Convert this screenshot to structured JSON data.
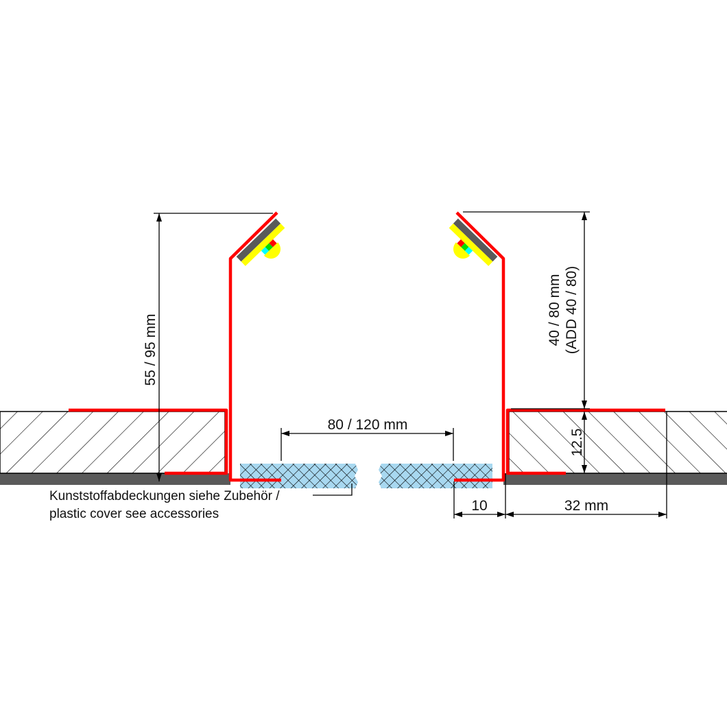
{
  "dimensions": {
    "height_left": "55 / 95 mm",
    "height_right_line1": "40 / 80 mm",
    "height_right_line2": "(ADD 40 / 80)",
    "board_thickness": "12.5",
    "opening_width": "80 / 120 mm",
    "offset": "10",
    "flange_width": "32 mm"
  },
  "note": {
    "line1": "Kunststoffabdeckungen siehe Zubehör /",
    "line2": "plastic cover see accessories"
  },
  "colors": {
    "profile": "#ff0000",
    "board": "#5a5a5a",
    "cover": "#a8d8f0",
    "led": "#ffff00"
  }
}
